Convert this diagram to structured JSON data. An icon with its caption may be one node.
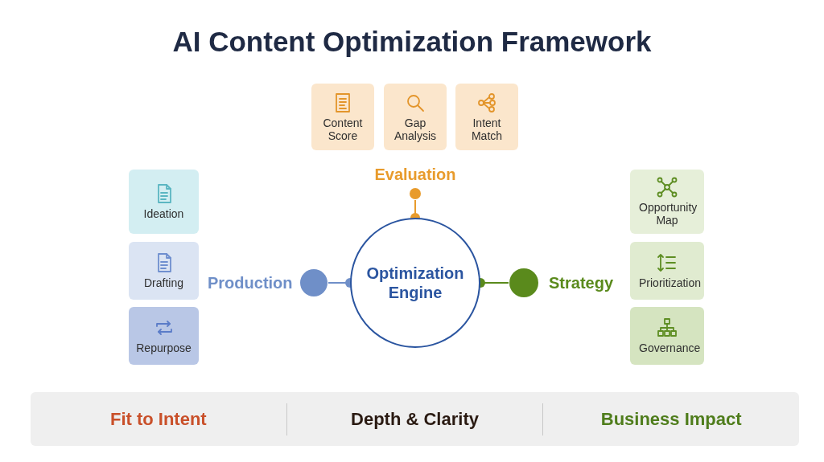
{
  "diagram": {
    "title": "AI Content Optimization Framework",
    "nodes": [
      {
        "text": [
          "Content Score"
        ]
      },
      {
        "text": [
          "Gap Analysis"
        ]
      },
      {
        "text": [
          "Intent Match"
        ]
      },
      {
        "text": [
          "Ideation"
        ]
      },
      {
        "text": [
          "Evaluation"
        ]
      },
      {
        "text": [
          "Opportunity Map"
        ]
      },
      {
        "text": [
          "Drafting"
        ]
      },
      {
        "text": [
          "Production"
        ]
      },
      {
        "text": [
          "Optimization Engine"
        ]
      },
      {
        "text": [
          "Strategy"
        ]
      },
      {
        "text": [
          "Prioritization"
        ]
      },
      {
        "text": [
          "Repurpose"
        ]
      },
      {
        "text": [
          "Governance"
        ]
      },
      {
        "text": [
          "Fit to Intent",
          "Depth & Clarity",
          "Business Impact"
        ]
      }
    ],
    "edges": [
      {
        "from": 4,
        "to": 8,
        "arrow": "other",
        "color": "#e89b2c"
      },
      {
        "from": 7,
        "to": 8,
        "arrow": "other",
        "color": "#6f8fc8"
      },
      {
        "from": 8,
        "to": 9,
        "arrow": "other",
        "color": "#5a8a1c"
      }
    ]
  }
}
